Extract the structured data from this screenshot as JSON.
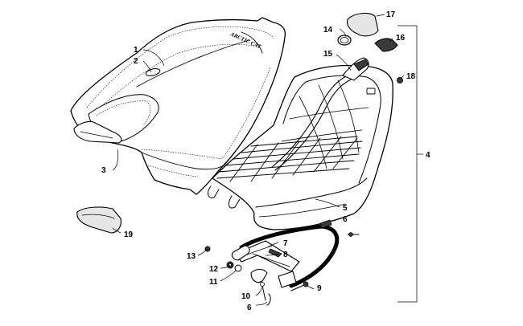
{
  "callouts": {
    "c1": "1",
    "c2": "2",
    "c3": "3",
    "c4": "4",
    "c5": "5",
    "c6a": "6",
    "c6b": "6",
    "c7": "7",
    "c8": "8",
    "c9": "9",
    "c10": "10",
    "c11": "11",
    "c12": "12",
    "c13": "13",
    "c14": "14",
    "c15": "15",
    "c16": "16",
    "c17": "17",
    "c18": "18",
    "c19": "19"
  },
  "seat_logo": "ARCTIC CAT"
}
